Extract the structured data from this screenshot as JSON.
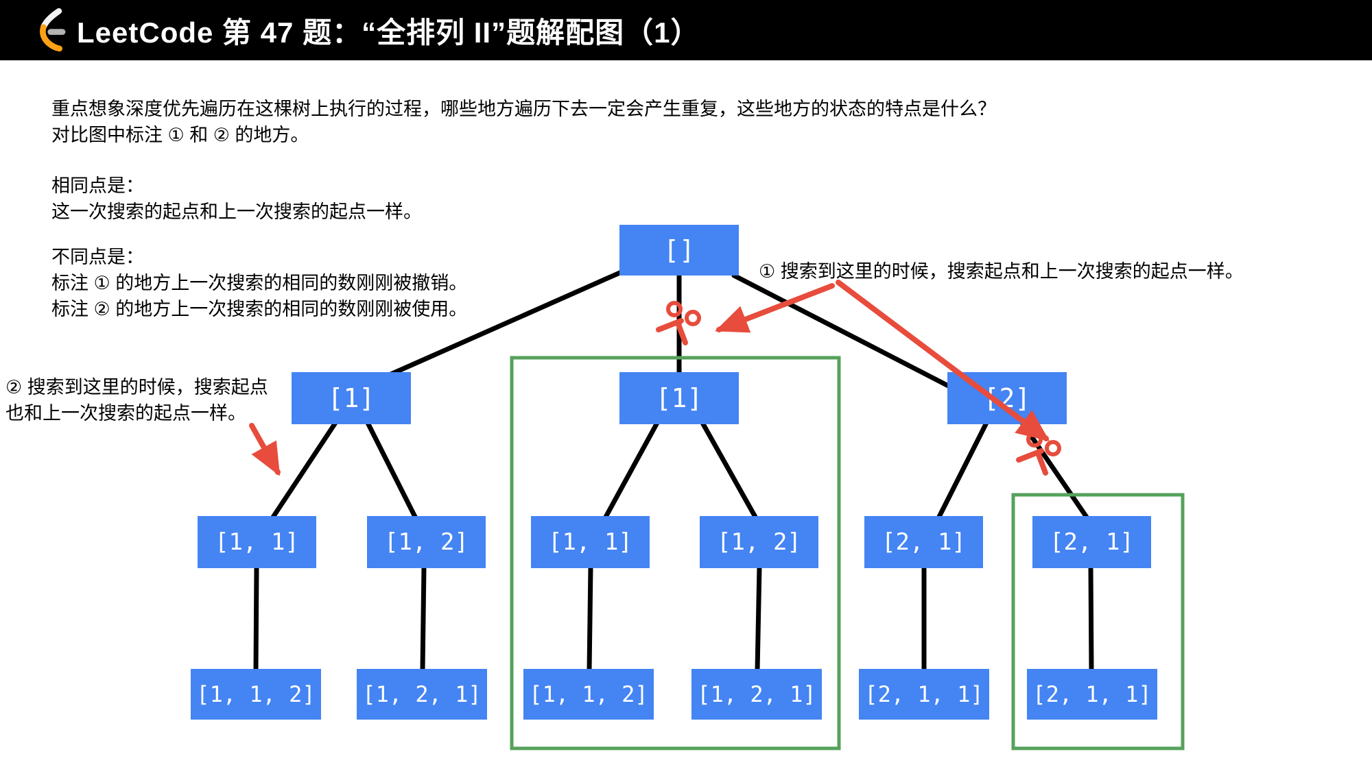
{
  "header": {
    "title": "LeetCode 第 47 题：“全排列 II”题解配图（1）",
    "logo_name": "leetcode-logo"
  },
  "intro": {
    "line1": "重点想象深度优先遍历在这棵树上执行的过程，哪些地方遍历下去一定会产生重复，这些地方的状态的特点是什么？",
    "line2": "对比图中标注 ① 和 ② 的地方。"
  },
  "same_points": {
    "line1": "相同点是：",
    "line2": "这一次搜索的起点和上一次搜索的起点一样。"
  },
  "diff_points": {
    "line1": "不同点是：",
    "line2": "标注 ① 的地方上一次搜索的相同的数刚刚被撤销。",
    "line3": "标注 ② 的地方上一次搜索的相同的数刚刚被使用。"
  },
  "annotations": {
    "one": "① 搜索到这里的时候，搜索起点和上一次搜索的起点一样。",
    "two_line1": "② 搜索到这里的时候，搜索起点",
    "two_line2": "也和上一次搜索的起点一样。"
  },
  "tree": {
    "root": "[]",
    "level2": [
      "[1]",
      "[1]",
      "[2]"
    ],
    "level3": [
      "[1, 1]",
      "[1, 2]",
      "[1, 1]",
      "[1, 2]",
      "[2, 1]",
      "[2, 1]"
    ],
    "level4": [
      "[1, 1, 2]",
      "[1, 2, 1]",
      "[1, 1, 2]",
      "[1, 2, 1]",
      "[2, 1, 1]",
      "[2, 1, 1]"
    ]
  },
  "icons": {
    "scissors": "✂"
  },
  "colors": {
    "node_blue": "#4484F3",
    "box_green": "#56A25B",
    "arrow_red": "#E74C3C",
    "header_bg": "#000000",
    "logo_orange": "#FFA116",
    "logo_gray": "#B3B3B3"
  }
}
